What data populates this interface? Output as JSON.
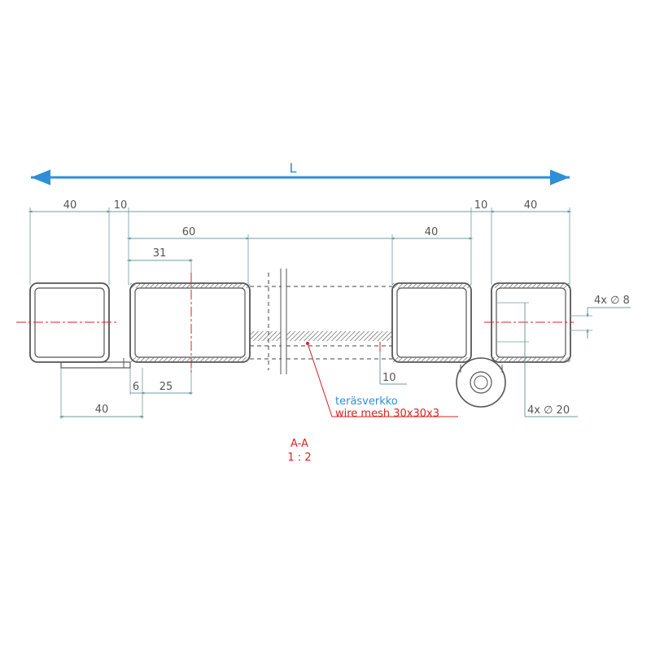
{
  "overall": {
    "label": "L",
    "color": "#2e8fd8"
  },
  "dims": {
    "d40_left": "40",
    "d10_left": "10",
    "d60": "60",
    "d31": "31",
    "d40_right_inner": "40",
    "d10_right": "10",
    "d40_right": "40",
    "d6": "6",
    "d25": "25",
    "d40_bottom": "40",
    "d10_mesh": "10",
    "holes_small": "4x ∅ 8",
    "holes_large": "4x ∅ 20"
  },
  "annotation": {
    "line1": "teräsverkko",
    "line2": "wire mesh 30x30x3",
    "line1_color": "#2e8fd8",
    "line2_color": "#dd2222"
  },
  "section": {
    "name": "A-A",
    "scale": "1 : 2",
    "color": "#dd2222"
  },
  "colors": {
    "dimension": "#6f9c9c",
    "centerline": "#dd2222",
    "outline": "#555555"
  }
}
